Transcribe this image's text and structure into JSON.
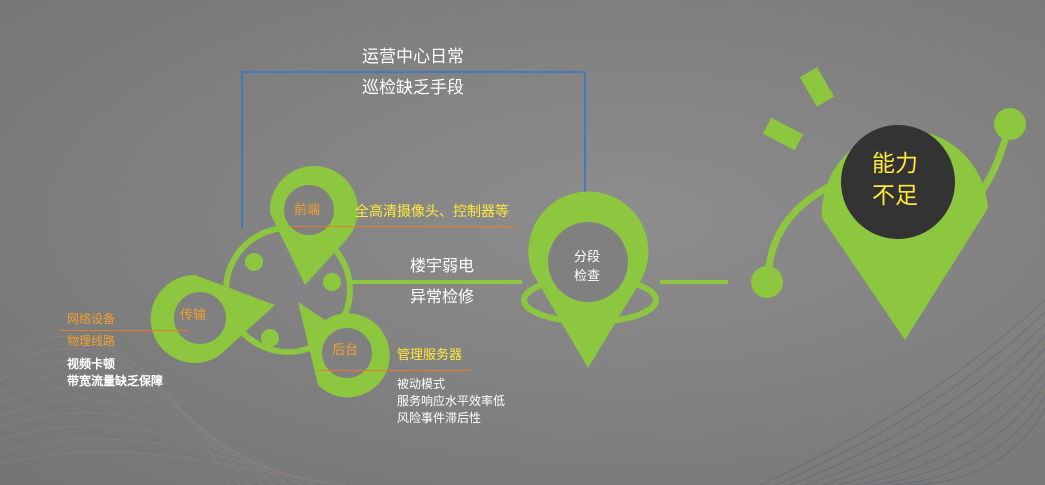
{
  "colors": {
    "green": "#8dc63f",
    "orange": "#f0a030",
    "yellow_text": "#ffe93a",
    "bracket_blue": "#2f79c6",
    "dark_circle": "#333333",
    "background": "#808080"
  },
  "top_bracket": {
    "line1": "运营中心日常",
    "line2": "巡检缺乏手段"
  },
  "pins": {
    "front": {
      "label": "前端",
      "note": "全高清摄像头、控制器等"
    },
    "transmission": {
      "label": "传输",
      "notes": [
        "网络设备",
        "物理线路"
      ],
      "issues": [
        "视频卡顿",
        "带宽流量缺乏保障"
      ]
    },
    "backend": {
      "label": "后台",
      "note": "管理服务器",
      "issues": [
        "被动模式",
        "服务响应水平效率低",
        "风险事件滞后性"
      ]
    },
    "segment": {
      "line1": "分段",
      "line2": "检查"
    }
  },
  "middle_connector": {
    "line1": "楼宇弱电",
    "line2": "异常检修"
  },
  "bulb": {
    "line1": "能力",
    "line2": "不足"
  },
  "icons": [
    "location-pin-icon",
    "light-bulb-icon"
  ]
}
